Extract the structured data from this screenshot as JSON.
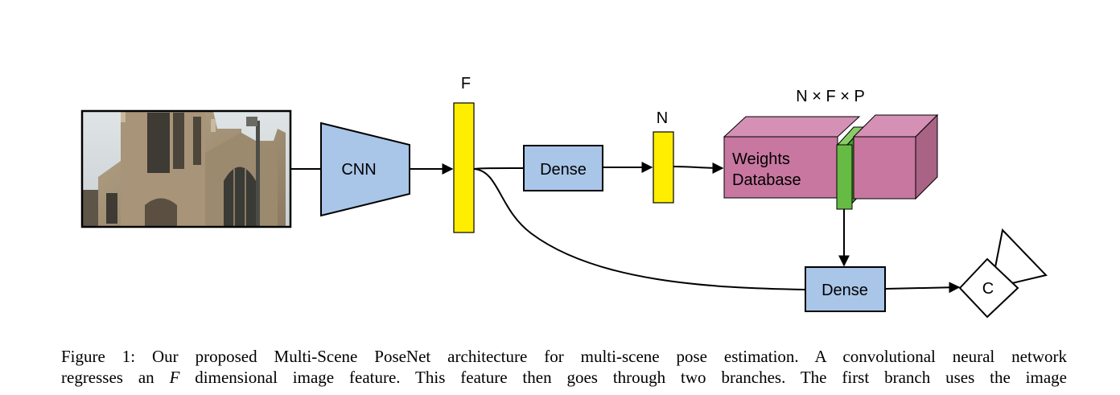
{
  "diagram": {
    "input_image_alt": "church building photograph",
    "cnn_label": "CNN",
    "feature_label": "F",
    "dense_top_label": "Dense",
    "n_label": "N",
    "weights_database_line1": "Weights",
    "weights_database_line2": "Database",
    "nfp_label": "N × F × P",
    "dense_bottom_label": "Dense",
    "camera_label": "C",
    "colors": {
      "blue_box": "#a9c5e8",
      "yellow_bar": "#ffee00",
      "pink_box_front": "#c877a0",
      "pink_box_top": "#d491b5",
      "pink_box_side": "#a86385",
      "green_slice": "#66bb44"
    }
  },
  "caption": {
    "line1_prefix": "Figure 1: Our proposed Multi-Scene PoseNet architecture for multi-scene pose estimation. A convolutional neural network",
    "line2_a": "regresses an ",
    "line2_var": "F",
    "line2_b": " dimensional image feature. This feature then goes through two branches. The first branch uses the image"
  }
}
